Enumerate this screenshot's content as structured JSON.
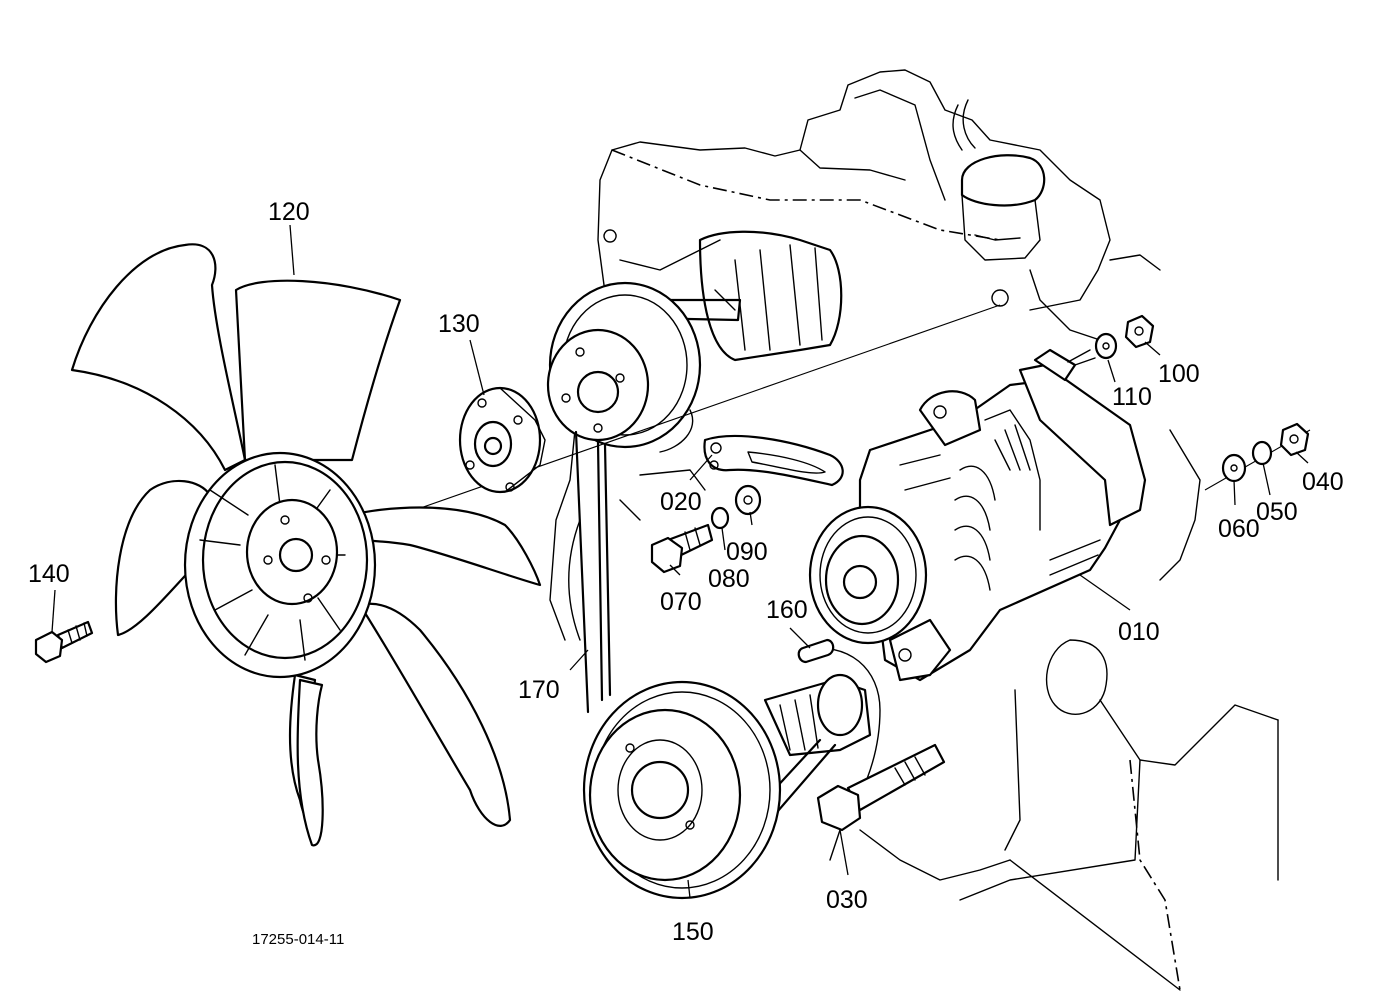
{
  "callouts": {
    "p010": "010",
    "p020": "020",
    "p030": "030",
    "p040": "040",
    "p050": "050",
    "p060": "060",
    "p070": "070",
    "p080": "080",
    "p090": "090",
    "p100": "100",
    "p110": "110",
    "p120": "120",
    "p130": "130",
    "p140": "140",
    "p150": "150",
    "p160": "160",
    "p170": "170"
  },
  "figure_ref": "17255-014-11"
}
